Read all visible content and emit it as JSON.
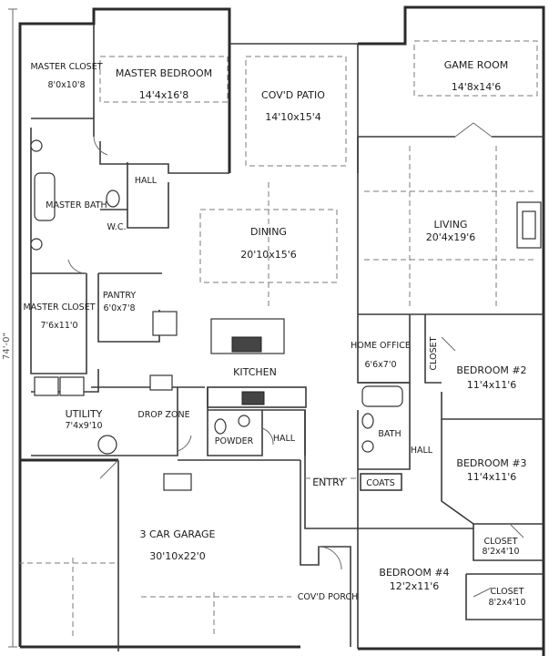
{
  "overall_dimension": "74'-0\"",
  "rooms": [
    {
      "id": "master-closet-top",
      "name": "MASTER CLOSET",
      "size": "8'0x10'8"
    },
    {
      "id": "master-bedroom",
      "name": "MASTER BEDROOM",
      "size": "14'4x16'8"
    },
    {
      "id": "covd-patio",
      "name": "COV'D PATIO",
      "size": "14'10x15'4"
    },
    {
      "id": "game-room",
      "name": "GAME ROOM",
      "size": "14'8x14'6"
    },
    {
      "id": "hall-master",
      "name": "HALL",
      "size": ""
    },
    {
      "id": "master-bath",
      "name": "MASTER BATH",
      "size": ""
    },
    {
      "id": "wc",
      "name": "W.C.",
      "size": ""
    },
    {
      "id": "dining",
      "name": "DINING",
      "size": "20'10x15'6"
    },
    {
      "id": "living",
      "name": "LIVING",
      "size": "20'4x19'6"
    },
    {
      "id": "pantry",
      "name": "PANTRY",
      "size": "6'0x7'8"
    },
    {
      "id": "master-closet-lower",
      "name": "MASTER CLOSET",
      "size": "7'6x11'0"
    },
    {
      "id": "home-office",
      "name": "HOME OFFICE",
      "size": "6'6x7'0"
    },
    {
      "id": "closet-office",
      "name": "CLOSET",
      "size": ""
    },
    {
      "id": "bedroom-2",
      "name": "BEDROOM #2",
      "size": "11'4x11'6"
    },
    {
      "id": "kitchen",
      "name": "KITCHEN",
      "size": ""
    },
    {
      "id": "utility",
      "name": "UTILITY",
      "size": "7'4x9'10"
    },
    {
      "id": "drop-zone",
      "name": "DROP ZONE",
      "size": ""
    },
    {
      "id": "powder",
      "name": "POWDER",
      "size": ""
    },
    {
      "id": "hall-powder",
      "name": "HALL",
      "size": ""
    },
    {
      "id": "bath",
      "name": "BATH",
      "size": ""
    },
    {
      "id": "hall-bedrooms",
      "name": "HALL",
      "size": ""
    },
    {
      "id": "bedroom-3",
      "name": "BEDROOM #3",
      "size": "11'4x11'6"
    },
    {
      "id": "entry",
      "name": "ENTRY",
      "size": ""
    },
    {
      "id": "coats",
      "name": "COATS",
      "size": ""
    },
    {
      "id": "garage",
      "name": "3 CAR GARAGE",
      "size": "30'10x22'0"
    },
    {
      "id": "closet-bed3",
      "name": "CLOSET",
      "size": "8'2x4'10"
    },
    {
      "id": "bedroom-4",
      "name": "BEDROOM #4",
      "size": "12'2x11'6"
    },
    {
      "id": "closet-bed4",
      "name": "CLOSET",
      "size": "8'2x4'10"
    },
    {
      "id": "covd-porch",
      "name": "COV'D PORCH",
      "size": ""
    }
  ]
}
